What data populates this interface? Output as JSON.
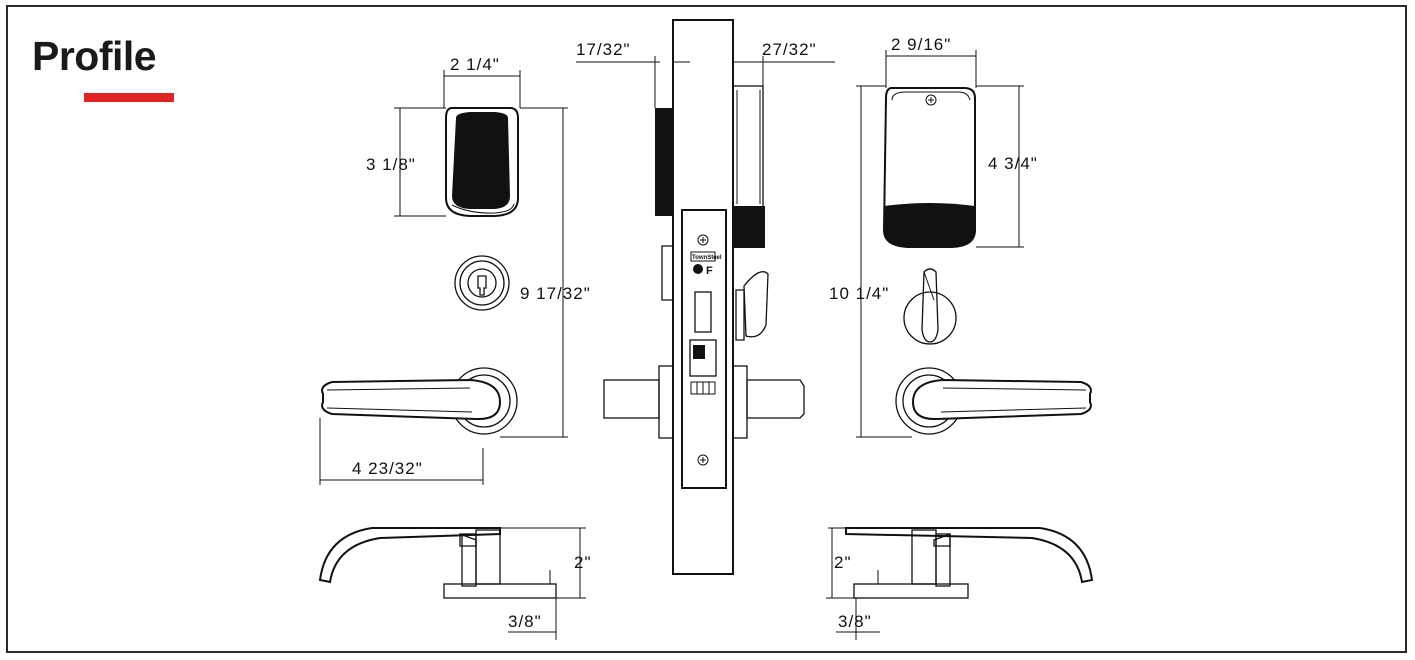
{
  "title": "Profile",
  "accent_color": "#e02424",
  "brand_mark": "TownSteel",
  "fire_rating_label": "F",
  "dimensions": {
    "keypad_width": "2 1/4\"",
    "keypad_height": "3 1/8\"",
    "overall_height_left": "9 17/32\"",
    "lever_length": "4 23/32\"",
    "backset_left": "17/32\"",
    "backset_right": "27/32\"",
    "reader_width": "2 9/16\"",
    "reader_height": "4 3/4\"",
    "overall_height_right": "10 1/4\"",
    "lever_projection_left": "2\"",
    "rose_thickness_left": "3/8\"",
    "lever_projection_right": "2\"",
    "rose_thickness_right": "3/8\""
  }
}
